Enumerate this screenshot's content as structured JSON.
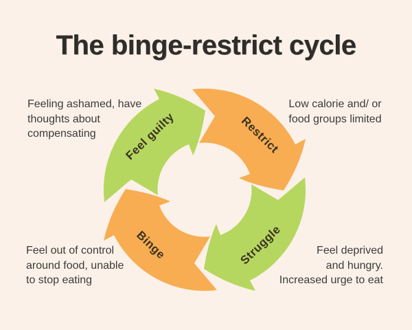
{
  "title": "The binge-restrict cycle",
  "colors": {
    "background": "#fbf1e8",
    "arrow_green": "#b6d75f",
    "arrow_orange": "#f8ad53",
    "title_text": "#2f2d29",
    "body_text": "#3b3b3b",
    "label_text": "#3a3322"
  },
  "cycle": {
    "direction": "clockwise",
    "steps": [
      {
        "id": "restrict",
        "label": "Restrict",
        "position": "top-right",
        "color": "orange",
        "description": "Low calorie and/ or\nfood groups limited"
      },
      {
        "id": "struggle",
        "label": "Struggle",
        "position": "bottom-right",
        "color": "green",
        "description": "Feel deprived\nand hungry.\nIncreased urge to eat"
      },
      {
        "id": "binge",
        "label": "Binge",
        "position": "bottom-left",
        "color": "orange",
        "description": "Feel out of control\naround food, unable\nto stop eating"
      },
      {
        "id": "feel-guilty",
        "label": "Feel guilty",
        "position": "top-left",
        "color": "green",
        "description": "Feeling ashamed, have\nthoughts about\ncompensating"
      }
    ]
  }
}
